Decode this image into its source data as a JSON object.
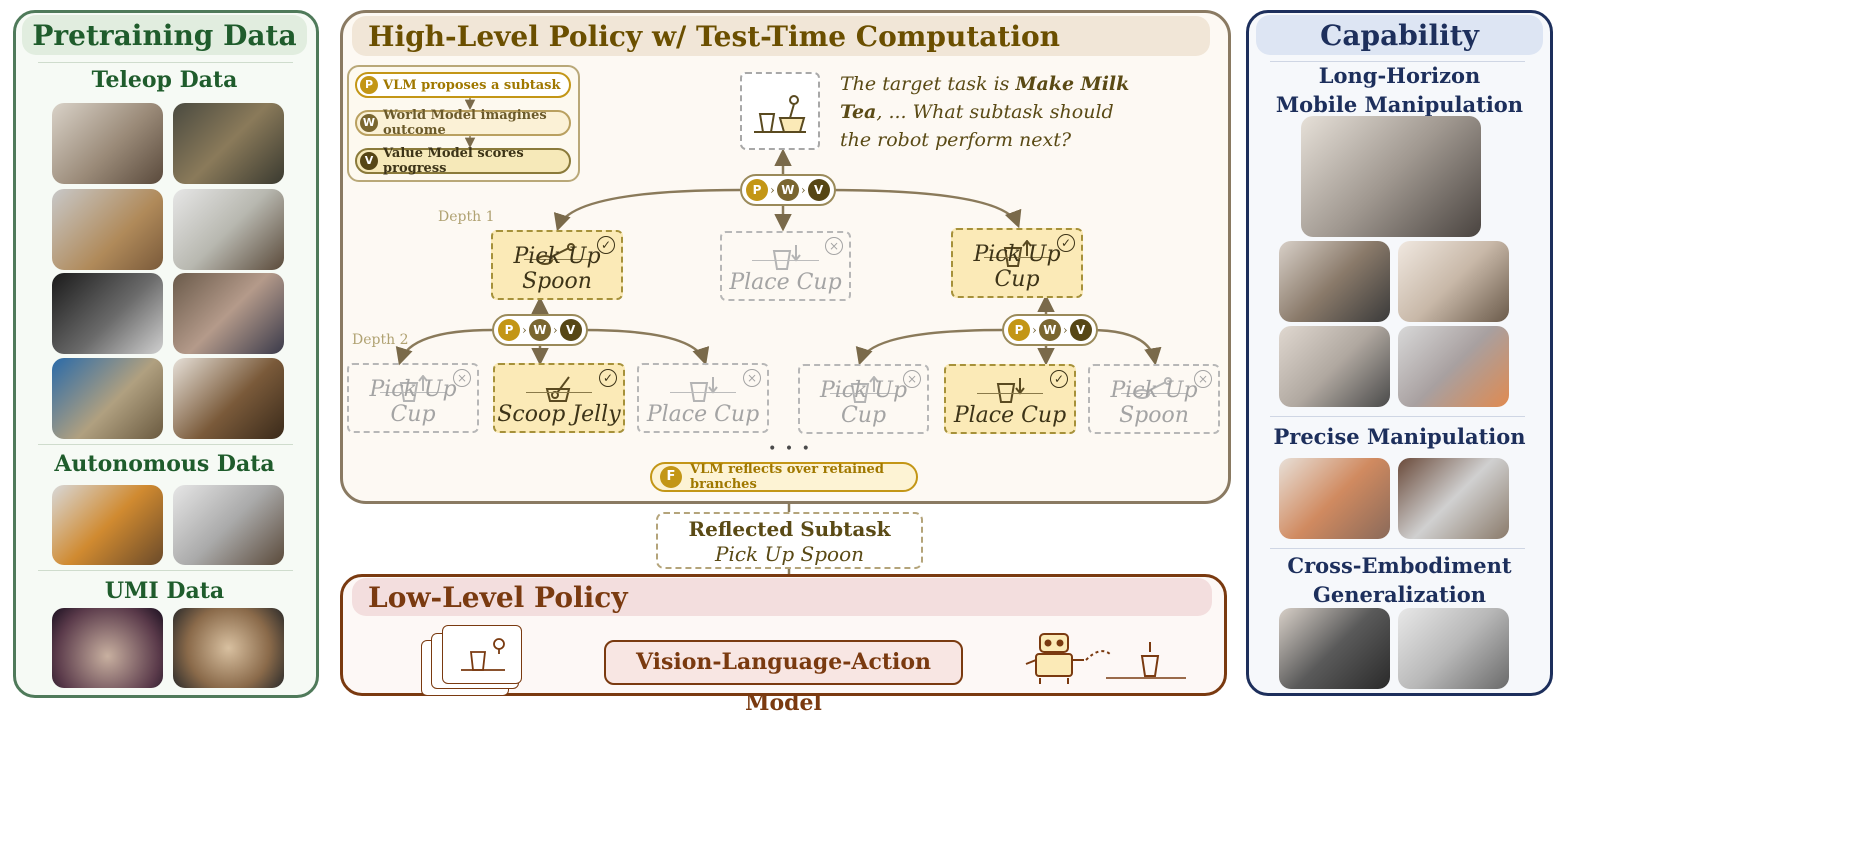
{
  "colors": {
    "green": "#1f5c2c",
    "navy": "#1d2f5c",
    "gold": "#6b4f00",
    "brown": "#7a3a10",
    "badge_p": "#c39616",
    "badge_w": "#7a6630",
    "badge_v": "#564615",
    "selected_fill": "#fbeab7"
  },
  "pretraining": {
    "title": "Pretraining Data",
    "sections": [
      {
        "title": "Teleop Data"
      },
      {
        "title": "Autonomous Data"
      },
      {
        "title": "UMI Data"
      }
    ]
  },
  "high_level": {
    "title": "High-Level Policy w/ Test-Time Computation",
    "legend": [
      {
        "badge": "P",
        "text": "VLM proposes a subtask"
      },
      {
        "badge": "W",
        "text": "World Model imagines outcome"
      },
      {
        "badge": "V",
        "text": "Value Model scores progress"
      }
    ],
    "prompt_parts": {
      "a": "The target task is ",
      "b": "Make Milk Tea",
      "c": ", ... What subtask should the robot perform next?"
    },
    "badges": {
      "p": "P",
      "w": "W",
      "v": "V",
      "f": "F"
    },
    "depth1_label": "Depth 1",
    "depth2_label": "Depth 2",
    "depth1": [
      {
        "label": "Pick Up Spoon",
        "state": "selected",
        "icon": "spoon-icon"
      },
      {
        "label": "Place Cup",
        "state": "rejected",
        "icon": "cup-place-icon"
      },
      {
        "label": "Pick Up Cup",
        "state": "selected",
        "icon": "cup-pick-icon"
      }
    ],
    "depth2": [
      {
        "label": "Pick Up Cup",
        "state": "rejected",
        "icon": "cup-pick-icon"
      },
      {
        "label": "Scoop Jelly",
        "state": "selected",
        "icon": "scoop-icon"
      },
      {
        "label": "Place Cup",
        "state": "rejected",
        "icon": "cup-place-icon"
      },
      {
        "label": "Pick Up Cup",
        "state": "rejected",
        "icon": "cup-pick-icon"
      },
      {
        "label": "Place Cup",
        "state": "selected",
        "icon": "cup-place-icon"
      },
      {
        "label": "Pick Up Spoon",
        "state": "rejected",
        "icon": "spoon-icon"
      }
    ],
    "ellipsis": "• • •",
    "reflect": "VLM reflects over retained branches"
  },
  "reflected": {
    "title": "Reflected Subtask",
    "value": "Pick Up Spoon"
  },
  "low_level": {
    "title": "Low-Level Policy",
    "vla": "Vision-Language-Action Model"
  },
  "capability": {
    "title": "Capability",
    "sections": [
      {
        "title_lines": [
          "Long-Horizon",
          "Mobile Manipulation"
        ]
      },
      {
        "title_lines": [
          "Precise Manipulation"
        ]
      },
      {
        "title_lines": [
          "Cross-Embodiment",
          "Generalization"
        ]
      }
    ]
  }
}
